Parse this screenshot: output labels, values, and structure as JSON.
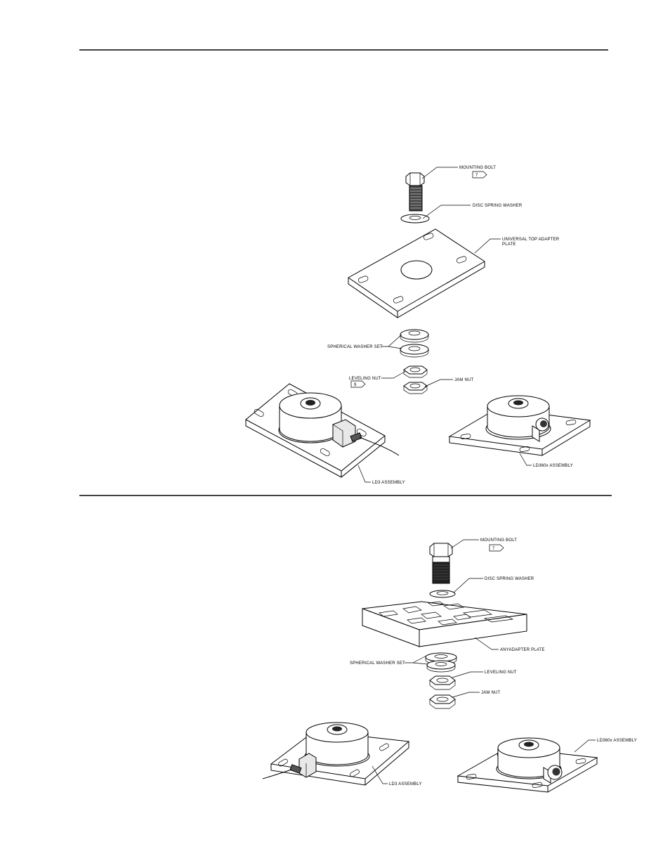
{
  "figure_top": {
    "mounting_bolt": "MOUNTING BOLT",
    "mounting_bolt_ref": "7",
    "disc_spring_washer": "DISC SPRING WASHER",
    "top_plate_line1": "UNIVERSAL TOP ADAPTER",
    "top_plate_line2": "PLATE",
    "spherical_washer_set": "SPHERICAL WASHER SET",
    "leveling_nut": "LEVELING NUT",
    "leveling_nut_ref": "9",
    "jam_nut": "JAM NUT",
    "ld3_assembly": "LD3 ASSEMBLY",
    "ld360_assembly": "LD360x ASSEMBLY"
  },
  "figure_bottom": {
    "mounting_bolt": "MOUNTING BOLT",
    "mounting_bolt_ref": "7",
    "disc_spring_washer": "DISC SPRING WASHER",
    "top_plate": "ANYADAPTER PLATE",
    "spherical_washer_set": "SPHERICAL WASHER SET",
    "leveling_nut": "LEVELING NUT",
    "jam_nut": "JAM NUT",
    "ld3_assembly": "LD3 ASSEMBLY",
    "ld360_assembly": "LD360x ASSEMBLY"
  }
}
